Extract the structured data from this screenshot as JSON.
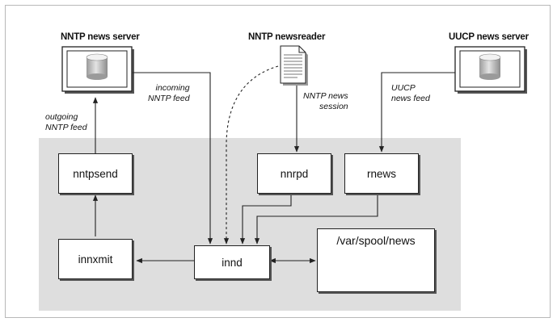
{
  "diagram": {
    "servers": {
      "nntp_server": "NNTP news server",
      "newsreader": "NNTP newsreader",
      "uucp_server": "UUCP news server"
    },
    "flows": {
      "outgoing_1": "outgoing",
      "outgoing_2": "NNTP feed",
      "incoming_1": "incoming",
      "incoming_2": "NNTP feed",
      "session_1": "NNTP news",
      "session_2": "session",
      "uucp_1": "UUCP",
      "uucp_2": "news feed"
    },
    "processes": {
      "nntpsend": "nntpsend",
      "nnrpd": "nnrpd",
      "rnews": "rnews",
      "innxmit": "innxmit",
      "innd": "innd",
      "spool": "/var/spool/news"
    },
    "colors": {
      "zone": "#dedede",
      "box_border": "#222222"
    }
  }
}
